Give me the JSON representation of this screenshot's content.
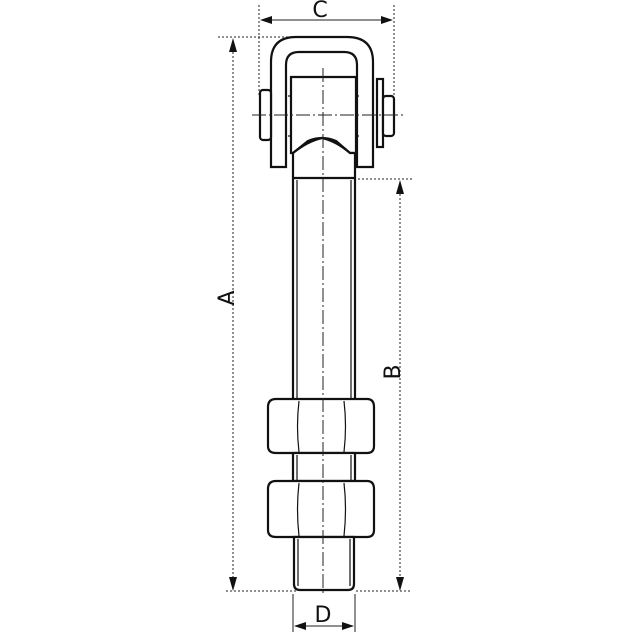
{
  "drawing": {
    "title": "",
    "dimensions": {
      "A": "A",
      "B": "B",
      "C": "C",
      "D": "D"
    },
    "components": [
      "u-bracket",
      "roller-wheel",
      "axle-pin",
      "threaded-rod",
      "hex-nut-upper",
      "hex-nut-lower",
      "threaded-end"
    ],
    "colors": {
      "line": "#111111",
      "background": "#ffffff"
    }
  }
}
